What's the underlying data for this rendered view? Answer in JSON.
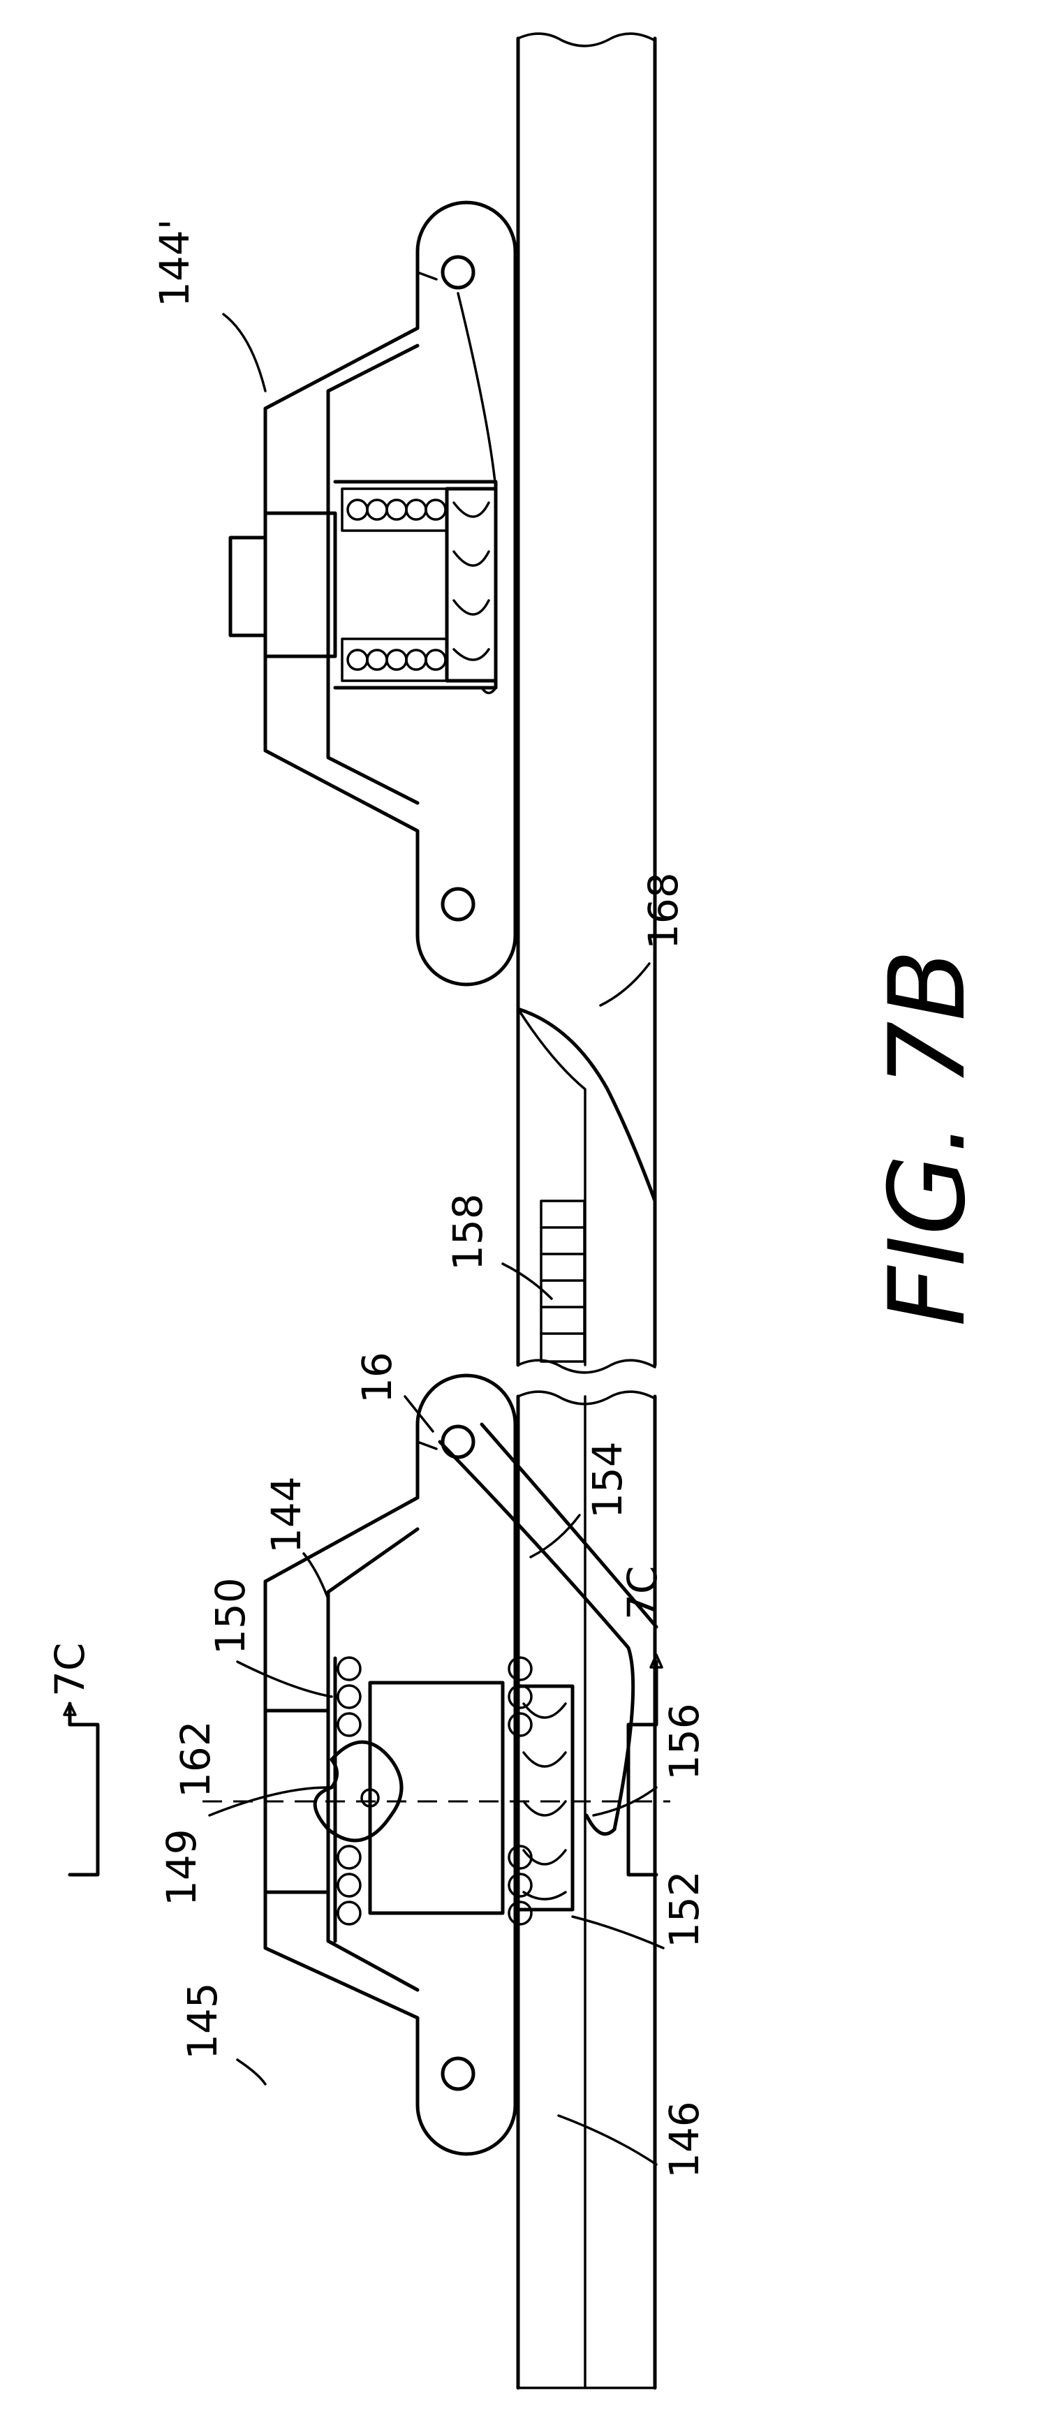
{
  "figure": {
    "title": "FIG. 7B"
  },
  "labels": {
    "l144p": "144'",
    "l168": "168",
    "l158": "158",
    "l16": "16",
    "l144": "144",
    "l154": "154",
    "l150": "150",
    "l7c_top": "7C",
    "l7c_bot": "7C",
    "l162": "162",
    "l156": "156",
    "l149": "149",
    "l152": "152",
    "l145": "145",
    "l146": "146"
  }
}
